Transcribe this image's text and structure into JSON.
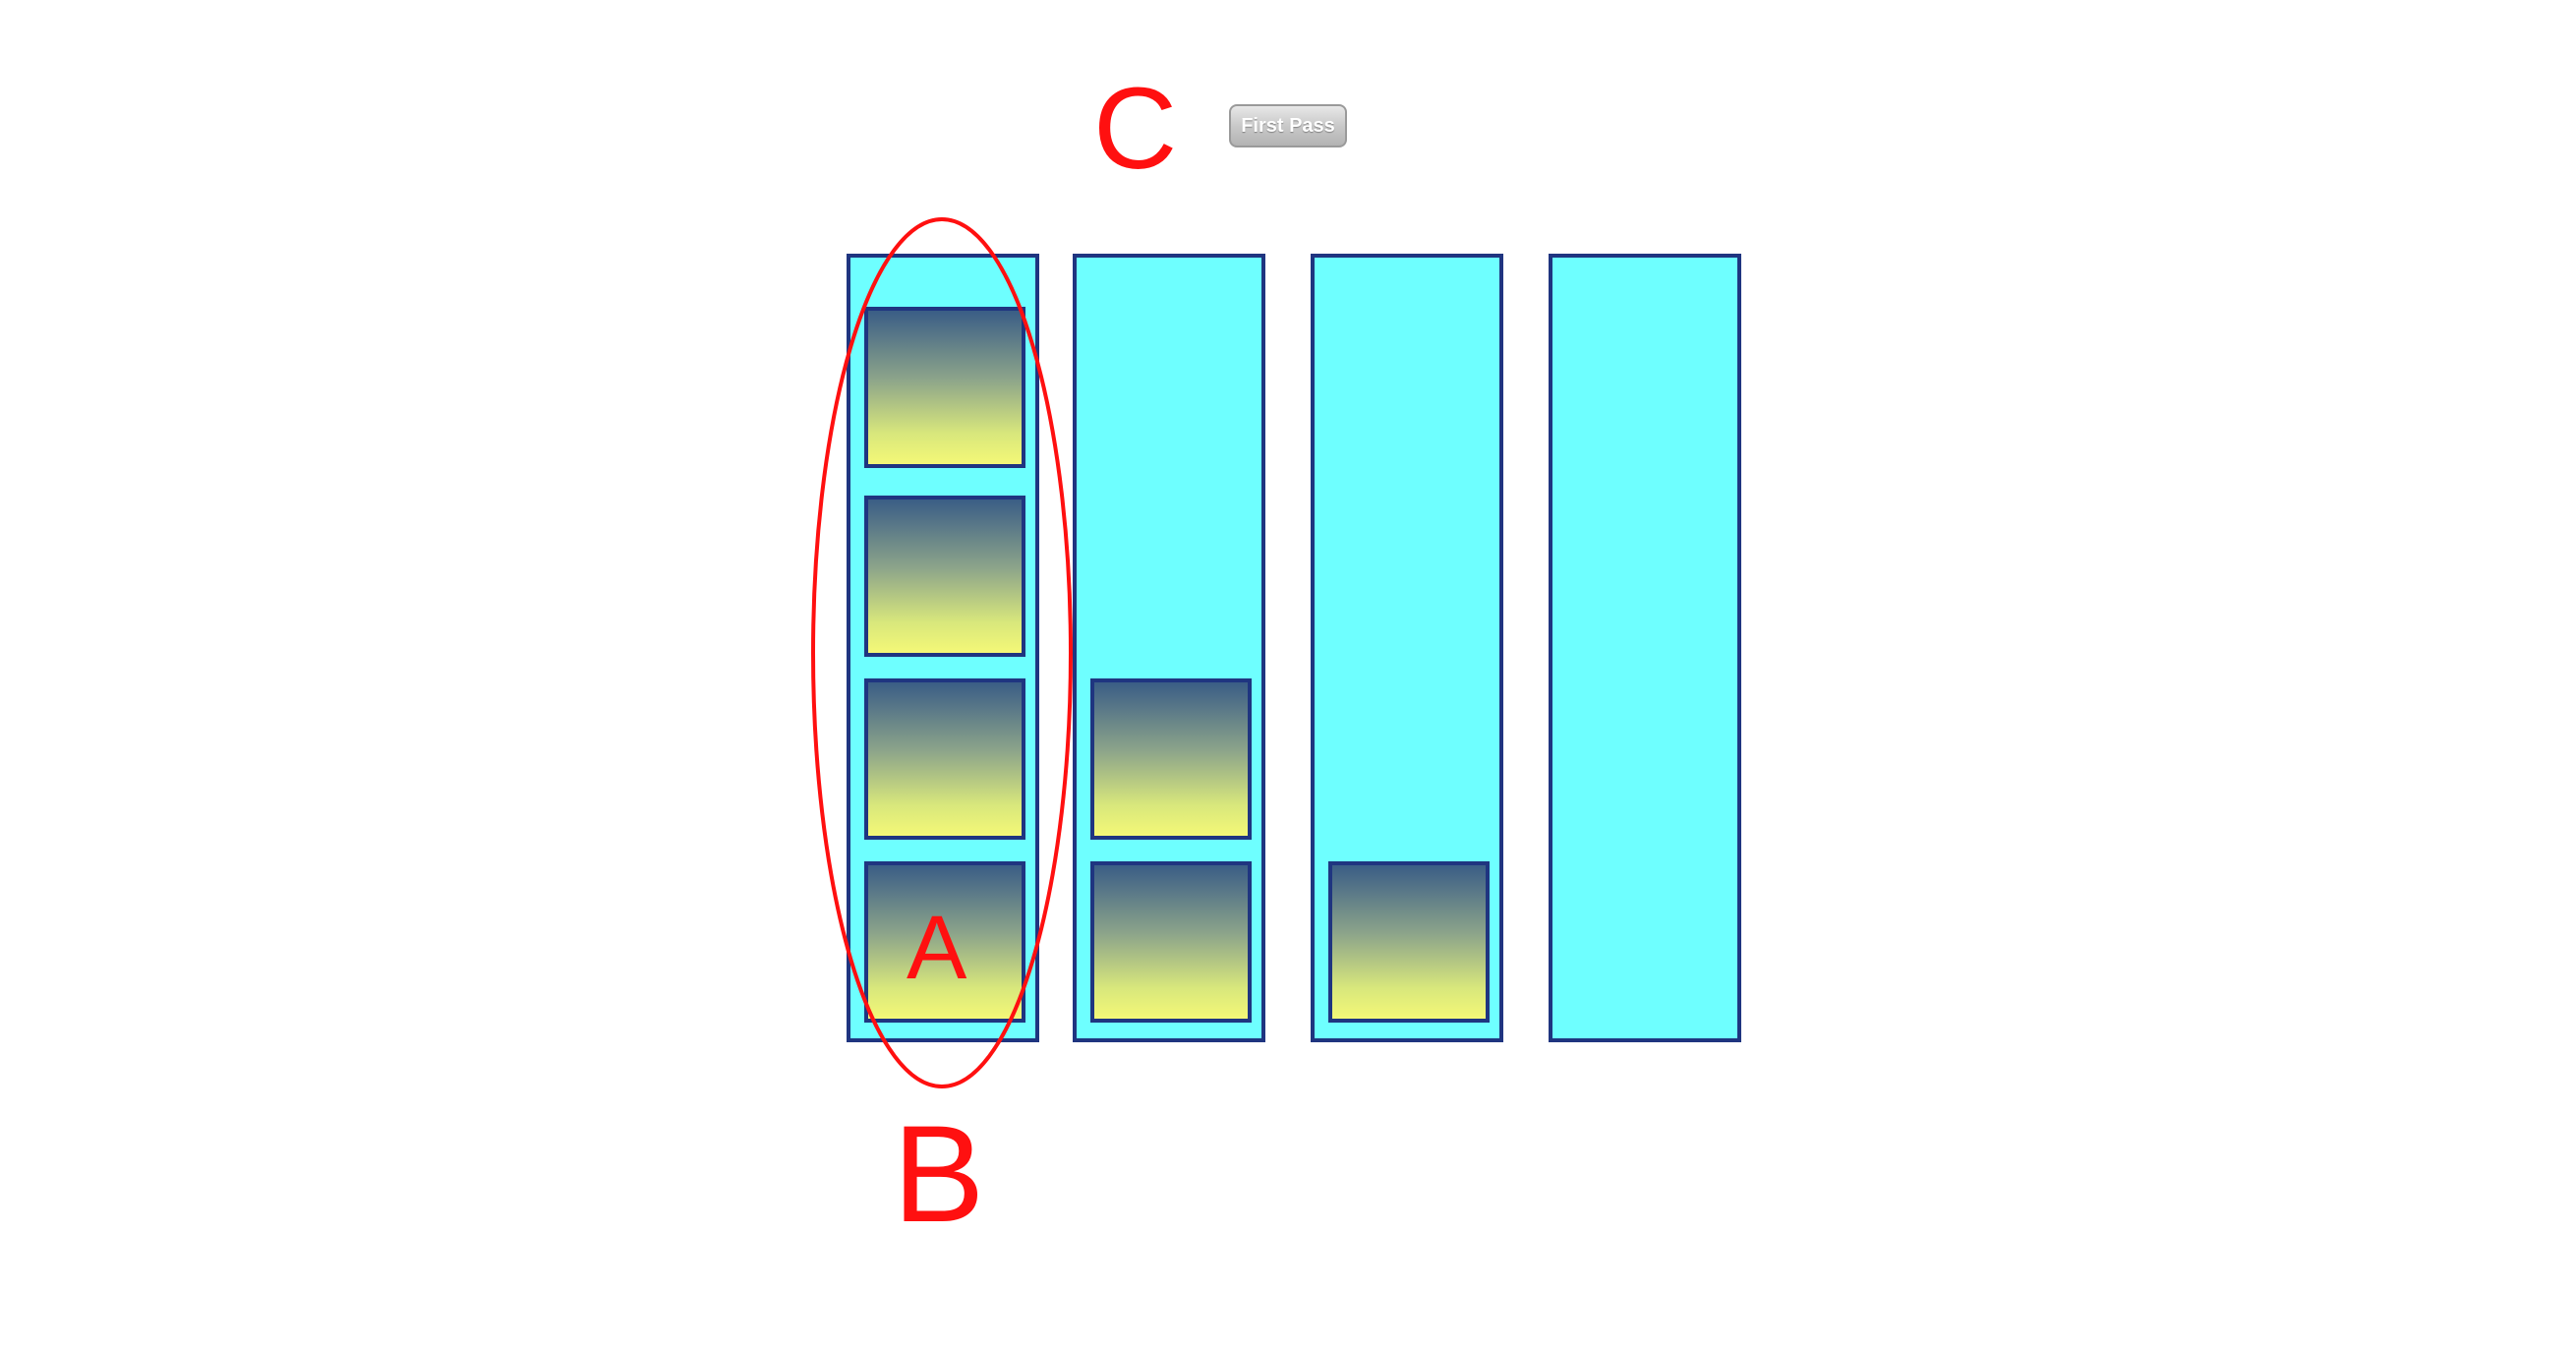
{
  "labels": {
    "a": "A",
    "b": "B",
    "c": "C"
  },
  "controls": {
    "first_pass_label": "First Pass"
  },
  "diagram": {
    "columns": [
      {
        "blocks": 4
      },
      {
        "blocks": 2
      },
      {
        "blocks": 1
      },
      {
        "blocks": 0
      }
    ],
    "colors": {
      "column_fill": "#6effff",
      "outline": "#1f3580",
      "block_top": "#3a5d86",
      "block_bottom": "#f4f877",
      "annotation": "#ff1010"
    }
  }
}
